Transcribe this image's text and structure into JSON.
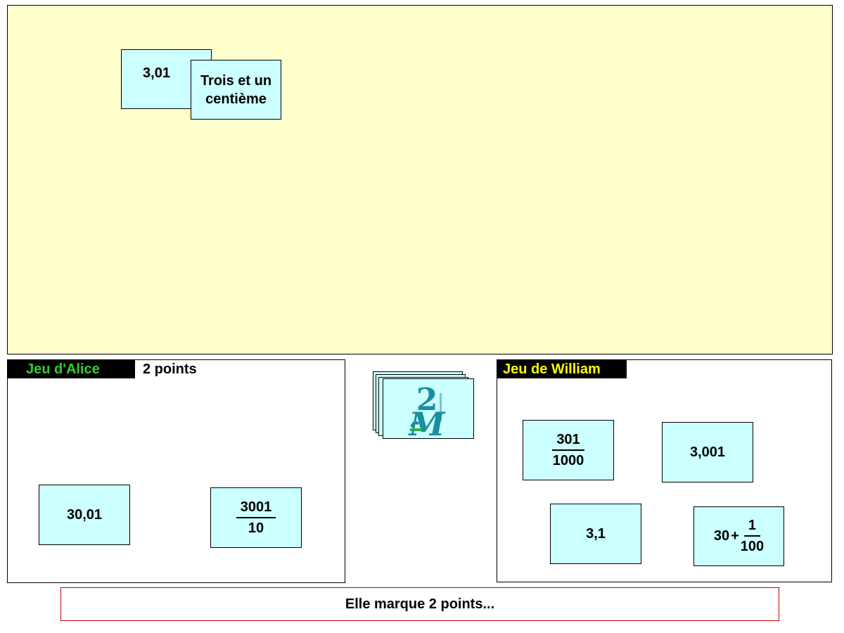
{
  "board": {
    "cards": [
      {
        "text": "3,01"
      },
      {
        "text": "Trois et un centième"
      }
    ]
  },
  "alice": {
    "title": "Jeu d'Alice",
    "title_color": "#33cc33",
    "score": "2 points",
    "cards": [
      {
        "text": "30,01"
      },
      {
        "numerator": "3001",
        "denominator": "10"
      }
    ]
  },
  "william": {
    "title": "Jeu de William",
    "title_color": "#ffff00",
    "cards": [
      {
        "numerator": "301",
        "denominator": "1000"
      },
      {
        "text": "3,001"
      },
      {
        "text": "3,1"
      },
      {
        "whole": "30",
        "operator": "+",
        "numerator": "1",
        "denominator": "100"
      }
    ]
  },
  "deck": {
    "logo_icon": "2m-logo-icon",
    "logo_color": "#1a8fa0"
  },
  "message": "Elle marque 2 points...",
  "colors": {
    "board_bg": "#ffffcc",
    "card_bg": "#ccffff",
    "message_border": "#cc0000"
  }
}
